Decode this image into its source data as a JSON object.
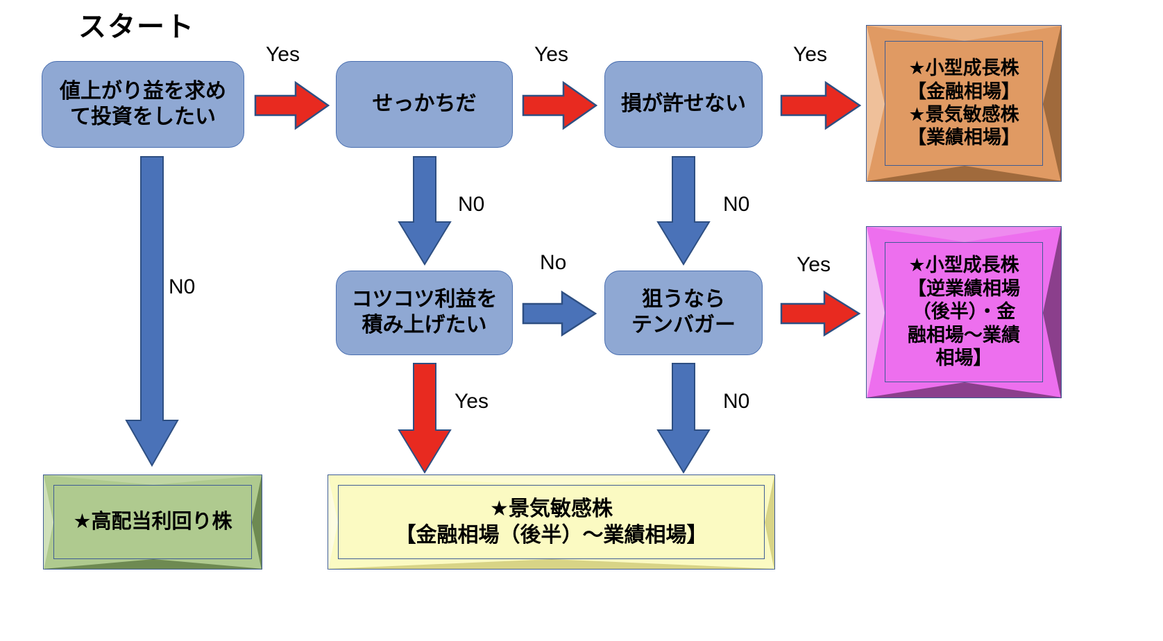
{
  "title": {
    "text": "スタート"
  },
  "decision_boxes": [
    {
      "id": "q1",
      "text": "値上がり益を求め\nて投資をしたい"
    },
    {
      "id": "q2",
      "text": "せっかちだ"
    },
    {
      "id": "q3",
      "text": "損が許せない"
    },
    {
      "id": "q4",
      "text": "コツコツ利益を\n積み上げたい"
    },
    {
      "id": "q5",
      "text": "狙うなら\nテンバガー"
    }
  ],
  "result_boxes": [
    {
      "id": "r-orange",
      "text": "★小型成長株\n【金融相場】\n★景気敏感株\n【業績相場】",
      "fill": "#E09A63",
      "light": "#EFC09A",
      "dark": "#A06A3C",
      "top": "#E9B183",
      "border": "#3E5C94"
    },
    {
      "id": "r-magenta",
      "text": "★小型成長株\n【逆業績相場\n（後半）・金\n融相場～業績\n相場】",
      "fill": "#ED6FEE",
      "light": "#F4B6F5",
      "dark": "#8B3F8C",
      "top": "#EE8BEF",
      "border": "#3E5C94"
    },
    {
      "id": "r-green",
      "text": "★高配当利回り株",
      "fill": "#AFCA8F",
      "light": "#CFE0BA",
      "dark": "#6E8A52",
      "top": "#BFD5A3",
      "border": "#3E5C94"
    },
    {
      "id": "r-yellow",
      "text": "★景気敏感株\n【金融相場（後半）～業績相場】",
      "fill": "#FBFAC2",
      "light": "#FDFCE2",
      "dark": "#D8D486",
      "top": "#FCFBD2",
      "border": "#3E5C94"
    }
  ],
  "arrow_labels": [
    {
      "id": "lbl-yes-1",
      "text": "Yes"
    },
    {
      "id": "lbl-yes-2",
      "text": "Yes"
    },
    {
      "id": "lbl-yes-3",
      "text": "Yes"
    },
    {
      "id": "lbl-no-left",
      "text": "N0"
    },
    {
      "id": "lbl-no-q2",
      "text": "N0"
    },
    {
      "id": "lbl-no-q3",
      "text": "N0"
    },
    {
      "id": "lbl-no-mid",
      "text": "No"
    },
    {
      "id": "lbl-yes-4",
      "text": "Yes"
    },
    {
      "id": "lbl-yes-5",
      "text": "Yes"
    },
    {
      "id": "lbl-no-5",
      "text": "N0"
    }
  ],
  "arrows": [
    {
      "id": "arrow-q1-q2",
      "direction": "right",
      "color": "#E82A20"
    },
    {
      "id": "arrow-q2-q3",
      "direction": "right",
      "color": "#E82A20"
    },
    {
      "id": "arrow-q3-orange",
      "direction": "right",
      "color": "#E82A20"
    },
    {
      "id": "arrow-q1-green",
      "direction": "down",
      "color": "#4A72B8"
    },
    {
      "id": "arrow-q2-q4",
      "direction": "down",
      "color": "#4A72B8"
    },
    {
      "id": "arrow-q3-q5",
      "direction": "down",
      "color": "#4A72B8"
    },
    {
      "id": "arrow-q4-q5",
      "direction": "right",
      "color": "#4A72B8"
    },
    {
      "id": "arrow-q4-yellow",
      "direction": "down",
      "color": "#E82A20"
    },
    {
      "id": "arrow-q5-magenta",
      "direction": "right",
      "color": "#E82A20"
    },
    {
      "id": "arrow-q5-yellow",
      "direction": "down",
      "color": "#4A72B8"
    }
  ],
  "colors": {
    "decision_fill": "#8FA8D3",
    "decision_border": "#4A6FB0",
    "arrow_red": "#E82A20",
    "arrow_blue": "#4A72B8",
    "arrow_outline": "#2E4F82",
    "text": "#000000",
    "background": "#FFFFFF"
  }
}
